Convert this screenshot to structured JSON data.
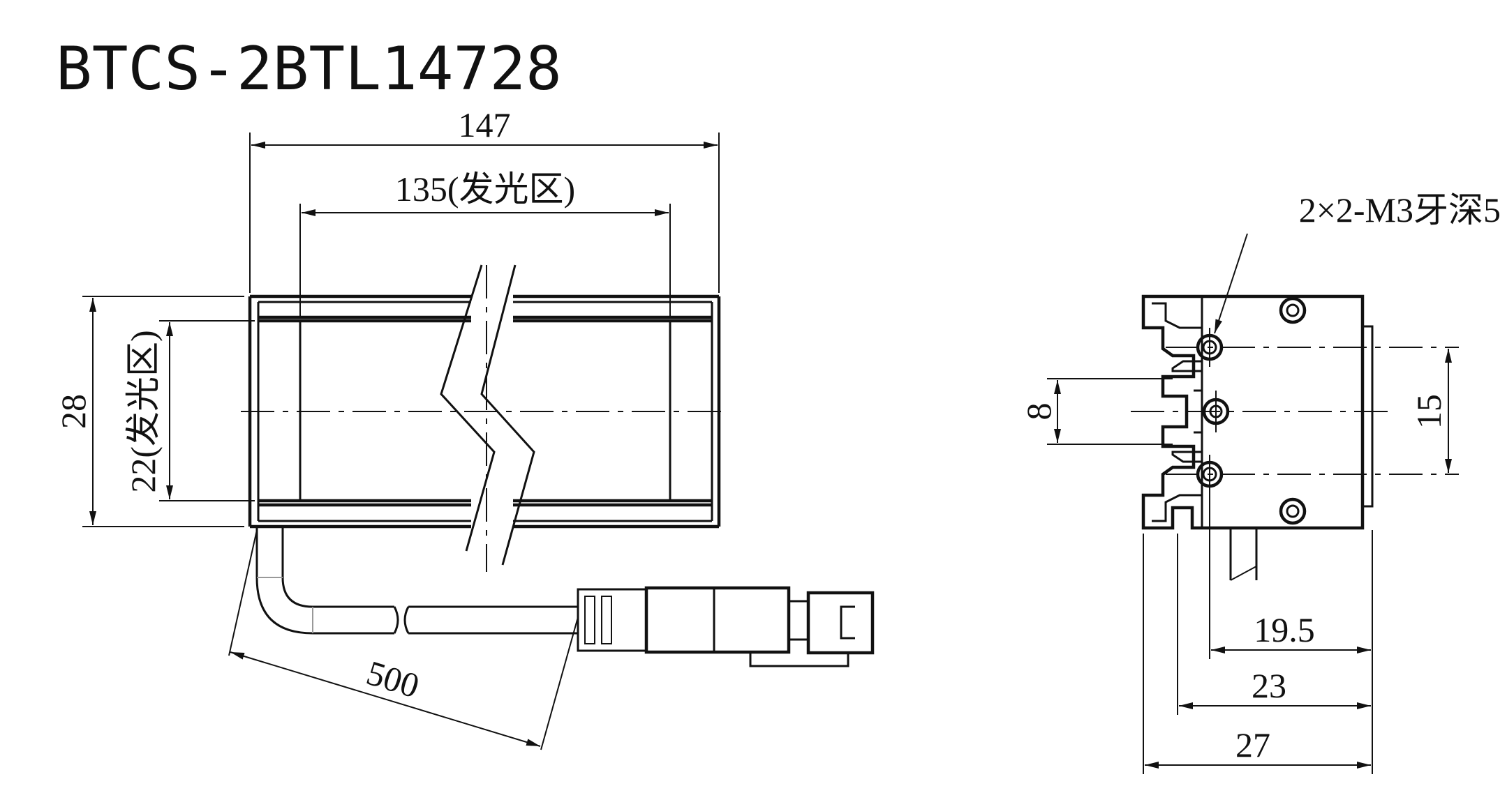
{
  "model": "BTCS-2BTL14728",
  "front_view": {
    "overall_length": "147",
    "emitting_length": "135(发光区)",
    "overall_height": "28",
    "emitting_height": "22(发光区)",
    "cable_length": "500"
  },
  "side_view": {
    "thread_note": "2×2-M3牙深5",
    "hole_pitch_small": "8",
    "hole_pitch_large": "15",
    "dim_19_5": "19.5",
    "dim_23": "23",
    "dim_27": "27"
  }
}
